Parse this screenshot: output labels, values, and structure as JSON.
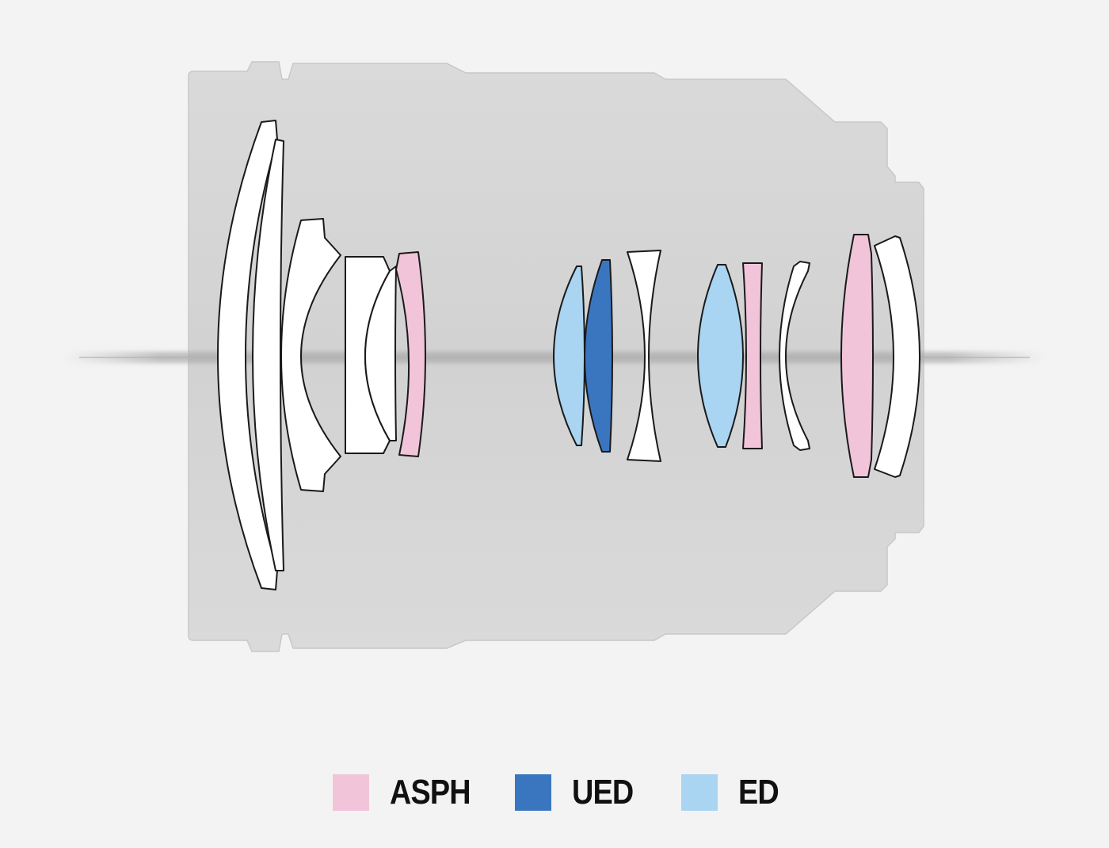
{
  "colors": {
    "background": "#f3f3f3",
    "barrel": "#d6d6d6",
    "barrel_edge": "#c4c4c4",
    "element_plain": "#ffffff",
    "element_outline": "#1a1a1a",
    "asph": "#f2c4d9",
    "ued": "#3a76c0",
    "ed": "#a9d4f2",
    "optical_axis": "#9a9a9a"
  },
  "legend": [
    {
      "key": "asph",
      "label": "ASPH",
      "color": "#f2c4d9"
    },
    {
      "key": "ued",
      "label": "UED",
      "color": "#3a76c0"
    },
    {
      "key": "ed",
      "label": "ED",
      "color": "#a9d4f2"
    }
  ],
  "elements": [
    {
      "id": "front-meniscus",
      "type": "plain"
    },
    {
      "id": "group1-negative",
      "type": "plain"
    },
    {
      "id": "group1-doublet-front",
      "type": "plain"
    },
    {
      "id": "group1-doublet-rear",
      "type": "plain"
    },
    {
      "id": "group1-aspherical",
      "type": "asph"
    },
    {
      "id": "group2-ed",
      "type": "ed"
    },
    {
      "id": "group2-ued",
      "type": "ued"
    },
    {
      "id": "group2-negative",
      "type": "plain"
    },
    {
      "id": "group3-ed",
      "type": "ed"
    },
    {
      "id": "group3-aspherical",
      "type": "asph"
    },
    {
      "id": "group3-meniscus",
      "type": "plain"
    },
    {
      "id": "rear-aspherical",
      "type": "asph"
    },
    {
      "id": "rear-meniscus",
      "type": "plain"
    }
  ]
}
